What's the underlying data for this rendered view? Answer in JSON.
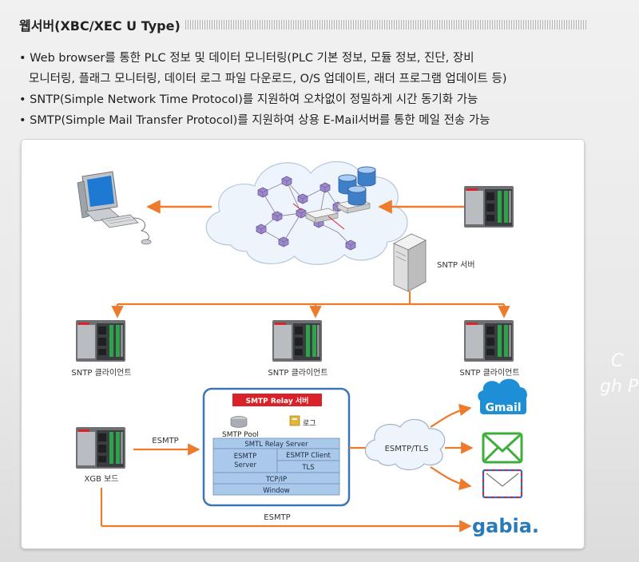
{
  "title": "웹서버(XBC/XEC U Type)",
  "bullets": [
    "• Web browser를 통한 PLC 정보 및 데이터 모니터링(PLC 기본 정보, 모듈 정보, 진단, 장비",
    "모니터링, 플래그 모니터링, 데이터 로그 파일 다운로드, O/S 업데이트, 래더 프로그램 업데이트 등)",
    "• SNTP(Simple Network Time Protocol)를 지원하여 오차없이 정밀하게 시간 동기화 가능",
    "• SMTP(Simple Mail Transfer Protocol)를 지원하여 상용 E-Mail서버를 통한 메일 전송 가능"
  ],
  "diagram": {
    "sntp_server": "SNTP 서버",
    "sntp_client": "SNTP 클라이언트",
    "xgb_board": "XGB 보드",
    "esmtp": "ESMTP",
    "esmtp_tls": "ESMTP/TLS",
    "relay_title": "SMTP Relay 서버",
    "smtp_pool": "SMTP Pool",
    "log": "로그",
    "stack": {
      "relay_server": "SMTL Relay Server",
      "esmtp_server_1": "ESMTP",
      "esmtp_server_2": "Server",
      "esmtp_client": "ESMTP Client",
      "tls": "TLS",
      "tcpip": "TCP/IP",
      "window": "Window"
    },
    "gmail": "Gmail",
    "gabia": "gabia."
  },
  "colors": {
    "arrow": "#ee7a2c",
    "cloud": "#eef4fb",
    "stack_blue": "#a9c8ea",
    "relay_red": "#d9232a",
    "gmail_blue": "#1e8fd6",
    "mail_green": "#3fae3c",
    "gabia_blue": "#2a7ab8"
  }
}
